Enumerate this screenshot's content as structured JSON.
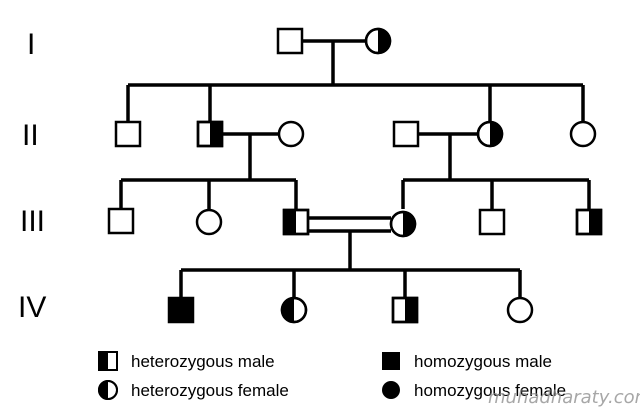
{
  "generations": [
    "I",
    "II",
    "III",
    "IV"
  ],
  "legend": {
    "het_male": "heterozygous male",
    "het_female": "heterozygous female",
    "hom_male": "homozygous male",
    "hom_female": "homozygous female"
  },
  "watermark": "muhadharaty.com",
  "colors": {
    "ink": "#000000",
    "background": "#ffffff",
    "watermark": "#8a8a8a"
  },
  "individuals": [
    {
      "id": "I-1",
      "gen": "I",
      "sex": "male",
      "status": "unaffected"
    },
    {
      "id": "I-2",
      "gen": "I",
      "sex": "female",
      "status": "heterozygous"
    },
    {
      "id": "II-1",
      "gen": "II",
      "sex": "male",
      "status": "unaffected"
    },
    {
      "id": "II-2",
      "gen": "II",
      "sex": "male",
      "status": "heterozygous"
    },
    {
      "id": "II-3",
      "gen": "II",
      "sex": "female",
      "status": "unaffected"
    },
    {
      "id": "II-4",
      "gen": "II",
      "sex": "male",
      "status": "unaffected"
    },
    {
      "id": "II-5",
      "gen": "II",
      "sex": "female",
      "status": "heterozygous"
    },
    {
      "id": "II-6",
      "gen": "II",
      "sex": "female",
      "status": "unaffected"
    },
    {
      "id": "III-1",
      "gen": "III",
      "sex": "male",
      "status": "unaffected"
    },
    {
      "id": "III-2",
      "gen": "III",
      "sex": "female",
      "status": "unaffected"
    },
    {
      "id": "III-3",
      "gen": "III",
      "sex": "male",
      "status": "heterozygous"
    },
    {
      "id": "III-4",
      "gen": "III",
      "sex": "female",
      "status": "heterozygous"
    },
    {
      "id": "III-5",
      "gen": "III",
      "sex": "male",
      "status": "unaffected"
    },
    {
      "id": "III-6",
      "gen": "III",
      "sex": "male",
      "status": "heterozygous"
    },
    {
      "id": "IV-1",
      "gen": "IV",
      "sex": "male",
      "status": "homozygous"
    },
    {
      "id": "IV-2",
      "gen": "IV",
      "sex": "female",
      "status": "heterozygous"
    },
    {
      "id": "IV-3",
      "gen": "IV",
      "sex": "male",
      "status": "heterozygous"
    },
    {
      "id": "IV-4",
      "gen": "IV",
      "sex": "female",
      "status": "unaffected"
    }
  ],
  "consanguineous_marriage": [
    "III-3",
    "III-4"
  ]
}
